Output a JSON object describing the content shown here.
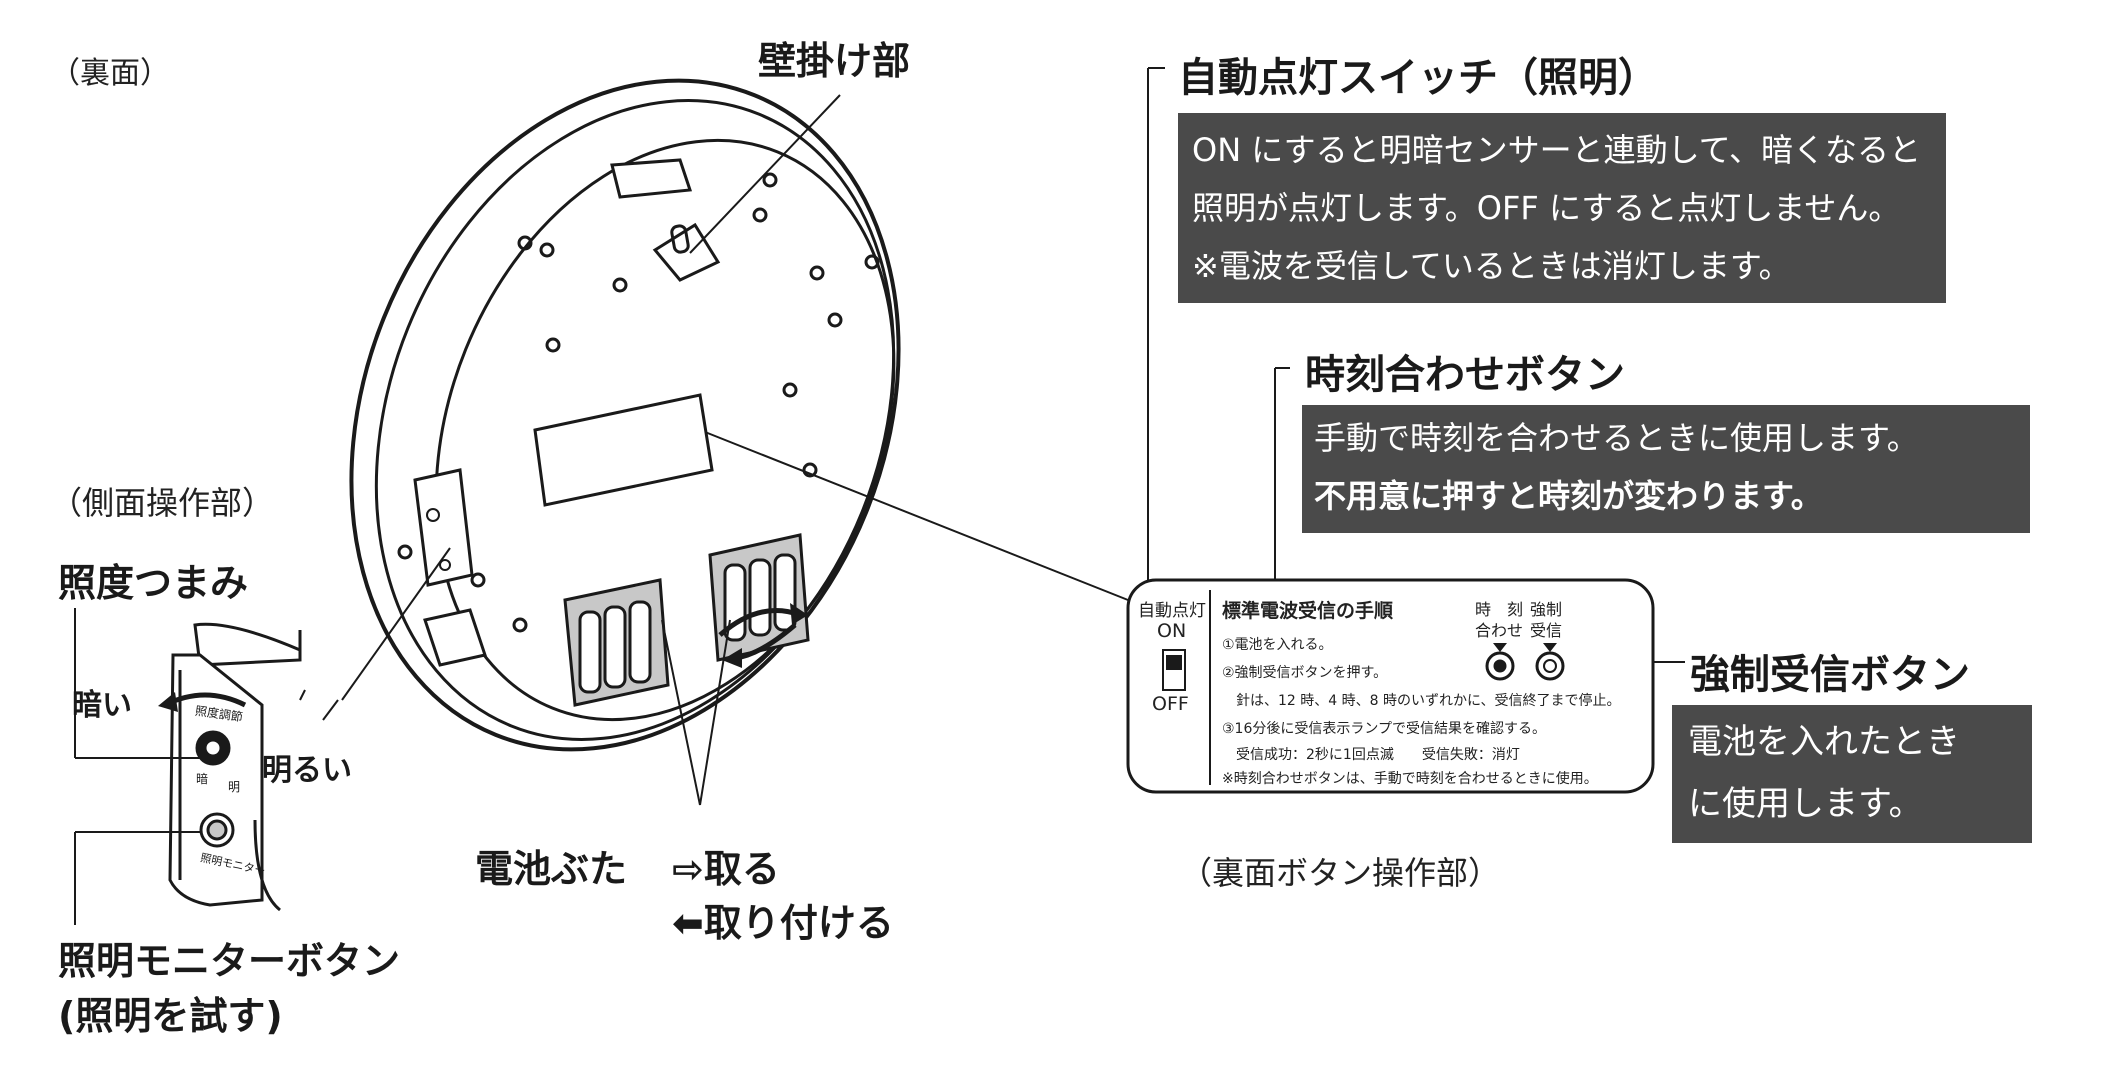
{
  "back_label": "（裏面）",
  "side_label": "（側面操作部）",
  "hanger_label": "壁掛け部",
  "dial_label": "照度つまみ",
  "dark_label": "暗い",
  "bright_label": "明るい",
  "monitor_label_line1": "照明モニターボタン",
  "monitor_label_line2": "(照明を試す)",
  "battery_cover_label": "電池ぶた",
  "remove_label": "⇨取る",
  "attach_label": "⬅取り付ける",
  "auto_switch": {
    "title": "自動点灯スイッチ（照明）",
    "desc": [
      "ON にすると明暗センサーと連動して、暗くなると",
      "照明が点灯します。OFF にすると点灯しません。",
      "※電波を受信しているときは消灯します。"
    ]
  },
  "time_button": {
    "title": "時刻合わせボタン",
    "desc": "手動で時刻を合わせるときに使用します。",
    "warning": "不用意に押すと時刻が変わります。"
  },
  "force_button": {
    "title": "強制受信ボタン",
    "desc": [
      "電池を入れたとき",
      "に使用します。"
    ]
  },
  "panel": {
    "caption": "（裏面ボタン操作部）",
    "switch_title": "自動点灯",
    "switch_on": "ON",
    "switch_off": "OFF",
    "procedure_title": "標準電波受信の手順",
    "btn1_label_top": "時　刻",
    "btn1_label_bottom": "合わせ",
    "btn2_label_top": "強制",
    "btn2_label_bottom": "受信",
    "steps": [
      "①電池を入れる。",
      "②強制受信ボタンを押す。",
      "　針は、12 時、4 時、8 時のいずれかに、受信終了まで停止。",
      "③16分後に受信表示ランプで受信結果を確認する。",
      "　受信成功：2秒に1回点滅　　受信失敗：消灯",
      "※時刻合わせボタンは、手動で時刻を合わせるときに使用。"
    ]
  },
  "side_panel_texts": {
    "dial_top": "照度調節",
    "dark": "暗",
    "bright": "明",
    "monitor": "照明モニター"
  },
  "colors": {
    "box_bg": "#4a4a4a",
    "battery": "#c8c8c8"
  }
}
